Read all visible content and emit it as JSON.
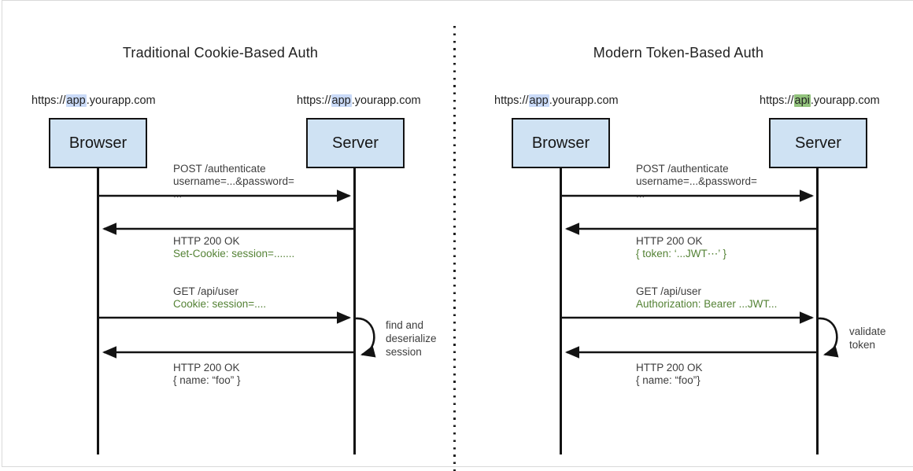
{
  "colors": {
    "box-fill": "#cfe2f3",
    "box-border": "#131313",
    "highlight-blue": "#c9daf8",
    "highlight-green": "#93c47d",
    "green-text": "#548235",
    "wire-black": "#131313",
    "divider-dot": "#212121",
    "frame-gray": "#d9d9d9"
  },
  "panels": [
    {
      "title": "Traditional Cookie-Based Auth",
      "browser": {
        "label": "Browser",
        "url_prefix": "https://",
        "url_highlight": "app",
        "url_suffix": ".yourapp.com"
      },
      "server": {
        "label": "Server",
        "url_prefix": "https://",
        "url_highlight": "app",
        "url_suffix": ".yourapp.com"
      },
      "messages": [
        {
          "line1": "POST /authenticate",
          "line2": "username=...&password=",
          "line3": "..."
        },
        {
          "line1": "HTTP 200 OK",
          "line2": "Set-Cookie: session=......."
        },
        {
          "line1": "GET /api/user",
          "line2": "Cookie: session=...."
        },
        {
          "line1": "HTTP 200 OK",
          "line2": "{ name: “foo” }"
        }
      ],
      "side_note": {
        "line1": "find and",
        "line2": "deserialize",
        "line3": "session"
      }
    },
    {
      "title": "Modern Token-Based Auth",
      "browser": {
        "label": "Browser",
        "url_prefix": "https://",
        "url_highlight": "app",
        "url_suffix": ".yourapp.com"
      },
      "server": {
        "label": "Server",
        "url_prefix": "https://",
        "url_highlight": "api",
        "url_suffix": ".yourapp.com"
      },
      "messages": [
        {
          "line1": "POST /authenticate",
          "line2": "username=...&password=",
          "line3": "..."
        },
        {
          "line1": "HTTP 200 OK",
          "line2": "{ token: ‘...JWT⋯’ }"
        },
        {
          "line1": "GET /api/user",
          "line2": "Authorization: Bearer ...JWT..."
        },
        {
          "line1": "HTTP 200 OK",
          "line2": "{ name: “foo”}"
        }
      ],
      "side_note": {
        "line1": "validate",
        "line2": "token",
        "line3": ""
      }
    }
  ]
}
